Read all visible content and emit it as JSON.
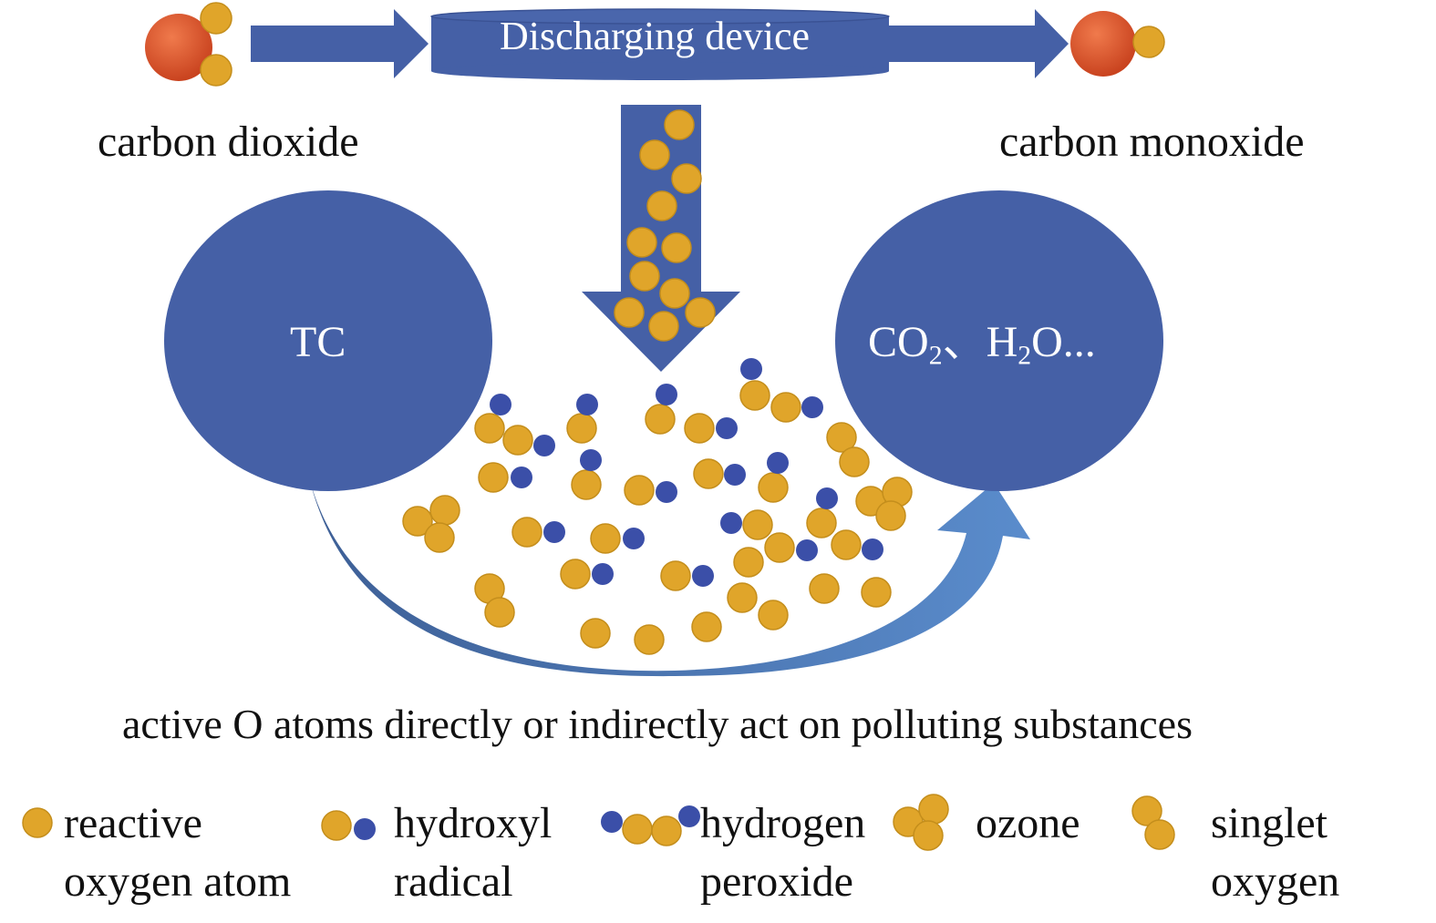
{
  "device": {
    "label": "Discharging device"
  },
  "molecules": {
    "left_label": "carbon dioxide",
    "right_label": "carbon monoxide"
  },
  "circles": {
    "left": "TC",
    "right": {
      "co": "CO",
      "co_sub": "2",
      "sep": "、H",
      "h_sub": "2",
      "tail": "O..."
    }
  },
  "caption": "active O atoms directly or indirectly act on polluting substances",
  "legend": [
    {
      "line1": "reactive",
      "line2": "oxygen atom"
    },
    {
      "line1": "hydroxyl",
      "line2": "radical"
    },
    {
      "line1": "hydrogen",
      "line2": "peroxide"
    },
    {
      "line1": "ozone",
      "line2": ""
    },
    {
      "line1": "singlet",
      "line2": "oxygen"
    }
  ],
  "colors": {
    "blue": "#4560a6",
    "blue_light": "#4a7fc0",
    "gold": "#e0a52a",
    "gold_edge": "#c48e1c",
    "co_red": "#d9542e",
    "dot_blue": "#3b4fa8"
  }
}
